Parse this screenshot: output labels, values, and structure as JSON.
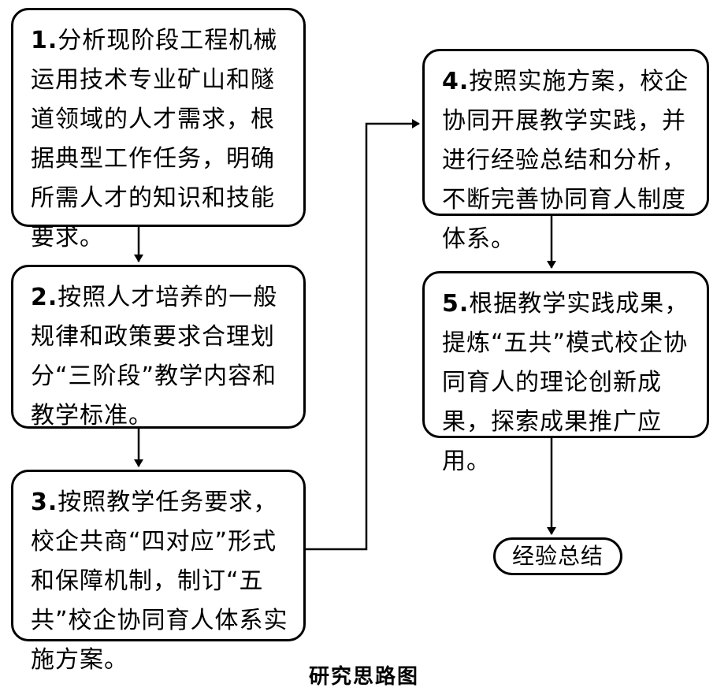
{
  "steps": [
    {
      "num": "1.",
      "text": "分析现阶段工程机械运用技术专业矿山和隧道领域的人才需求，根据典型工作任务，明确所需人才的知识和技能要求。"
    },
    {
      "num": "2.",
      "text": "按照人才培养的一般规律和政策要求合理划分“三阶段”教学内容和教学标准。"
    },
    {
      "num": "3.",
      "text": "按照教学任务要求，校企共商“四对应”形式和保障机制，制订“五共”校企协同育人体系实施方案。"
    },
    {
      "num": "4.",
      "text": "按照实施方案，校企协同开展教学实践，并进行经验总结和分析，不断完善协同育人制度体系。"
    },
    {
      "num": "5.",
      "text": "根据教学实践成果，提炼“五共”模式校企协同育人的理论创新成果，探索成果推广应用。"
    }
  ],
  "terminal": "经验总结",
  "caption": "研究思路图"
}
